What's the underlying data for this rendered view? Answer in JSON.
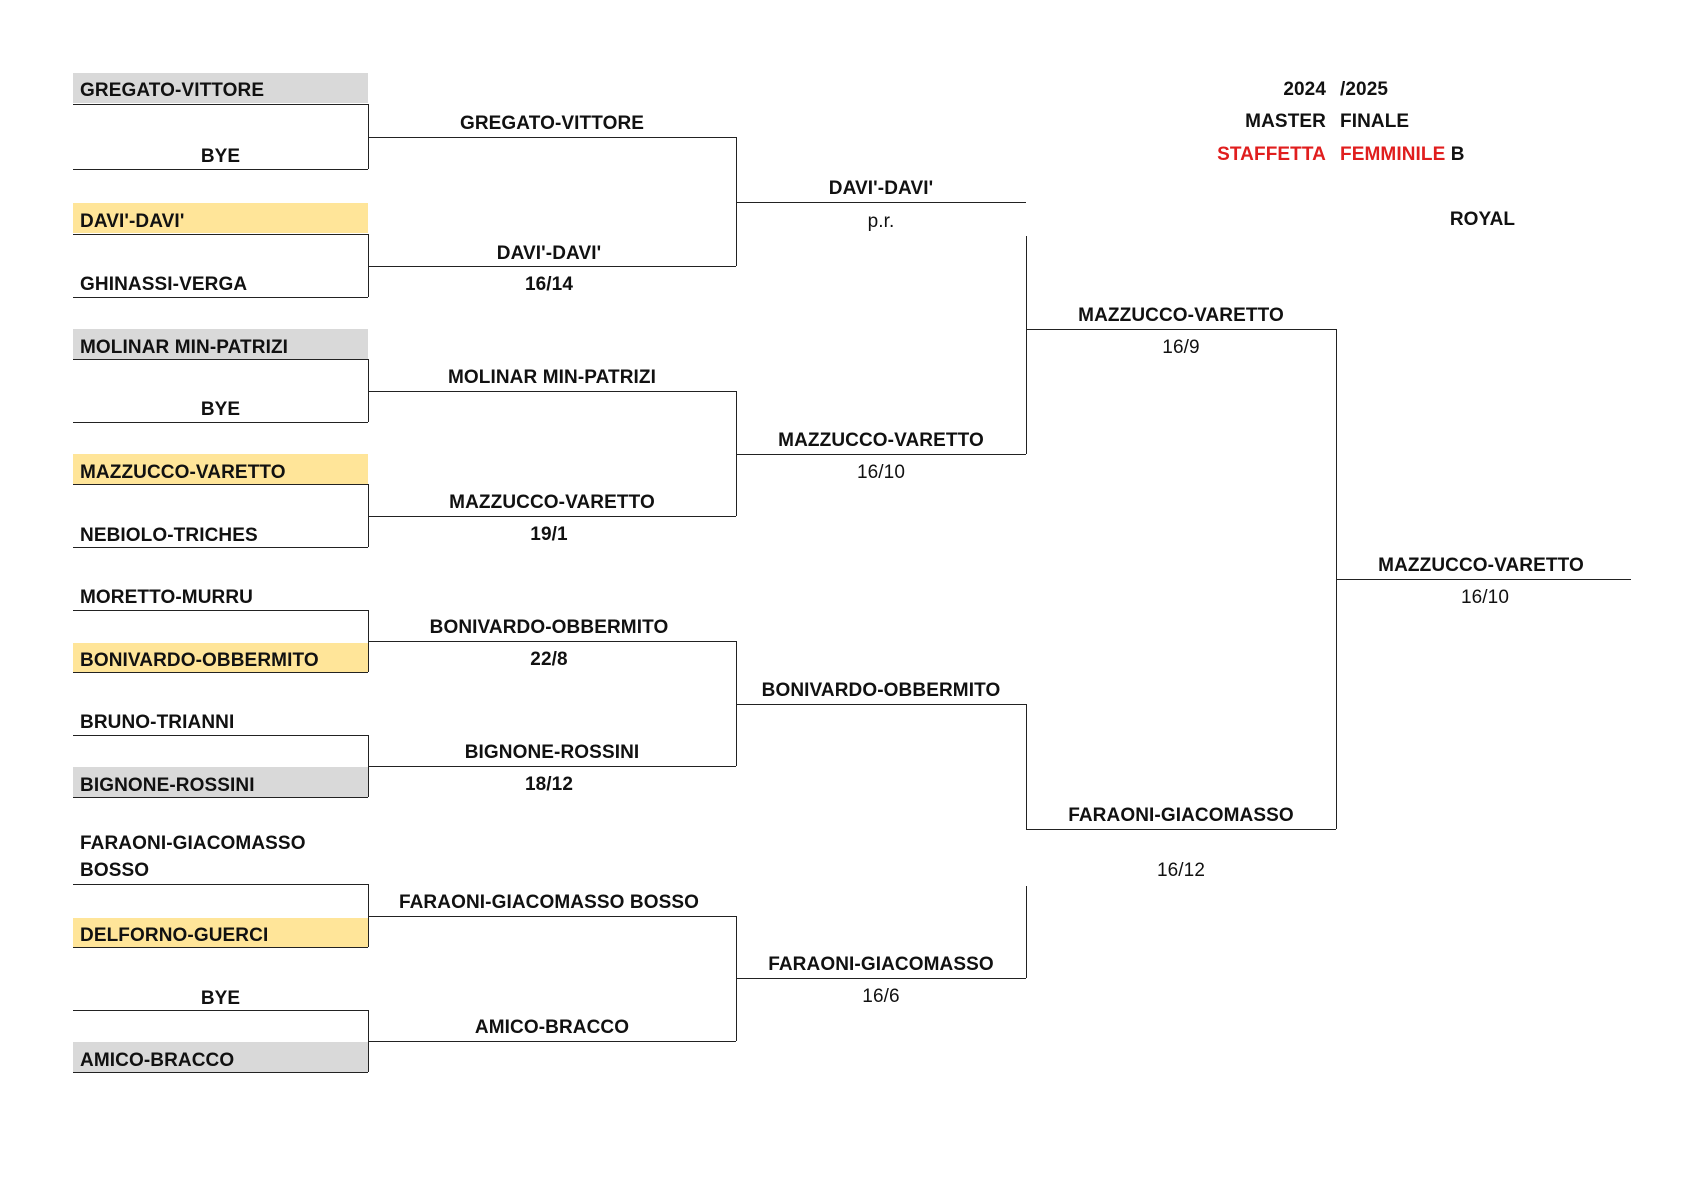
{
  "header": {
    "year_a": "2024",
    "year_b": "/2025",
    "master": "MASTER",
    "finale": "FINALE",
    "staffetta": "STAFFETTA",
    "femminile": "FEMMINILE",
    "category": "B",
    "venue": "ROYAL"
  },
  "round1": [
    "GREGATO-VITTORE",
    "BYE",
    "DAVI'-DAVI'",
    "GHINASSI-VERGA",
    "MOLINAR MIN-PATRIZI",
    "BYE",
    "MAZZUCCO-VARETTO",
    "NEBIOLO-TRICHES",
    "MORETTO-MURRU",
    "BONIVARDO-OBBERMITO",
    "BRUNO-TRIANNI",
    "BIGNONE-ROSSINI",
    "FARAONI-GIACOMASSO",
    "BOSSO",
    "DELFORNO-GUERCI",
    "BYE",
    "AMICO-BRACCO"
  ],
  "round2": [
    {
      "team": "GREGATO-VITTORE",
      "score": ""
    },
    {
      "team": "DAVI'-DAVI'",
      "score": "16/14"
    },
    {
      "team": "MOLINAR MIN-PATRIZI",
      "score": ""
    },
    {
      "team": "MAZZUCCO-VARETTO",
      "score": "19/1"
    },
    {
      "team": "BONIVARDO-OBBERMITO",
      "score": "22/8"
    },
    {
      "team": "BIGNONE-ROSSINI",
      "score": "18/12"
    },
    {
      "team": "FARAONI-GIACOMASSO BOSSO",
      "score": ""
    },
    {
      "team": "AMICO-BRACCO",
      "score": ""
    }
  ],
  "round3": [
    {
      "team": "DAVI'-DAVI'",
      "score": "p.r."
    },
    {
      "team": "MAZZUCCO-VARETTO",
      "score": "16/10"
    },
    {
      "team": "BONIVARDO-OBBERMITO",
      "score": ""
    },
    {
      "team": "FARAONI-GIACOMASSO",
      "score": "16/6"
    }
  ],
  "semifinal": [
    {
      "team": "MAZZUCCO-VARETTO",
      "score": "16/9"
    },
    {
      "team": "FARAONI-GIACOMASSO",
      "score": "16/12"
    }
  ],
  "final": {
    "team": "MAZZUCCO-VARETTO",
    "score": "16/10"
  },
  "colors": {
    "gray": "#d9d9d9",
    "yellow": "#ffe599",
    "red": "#e01e1e"
  }
}
